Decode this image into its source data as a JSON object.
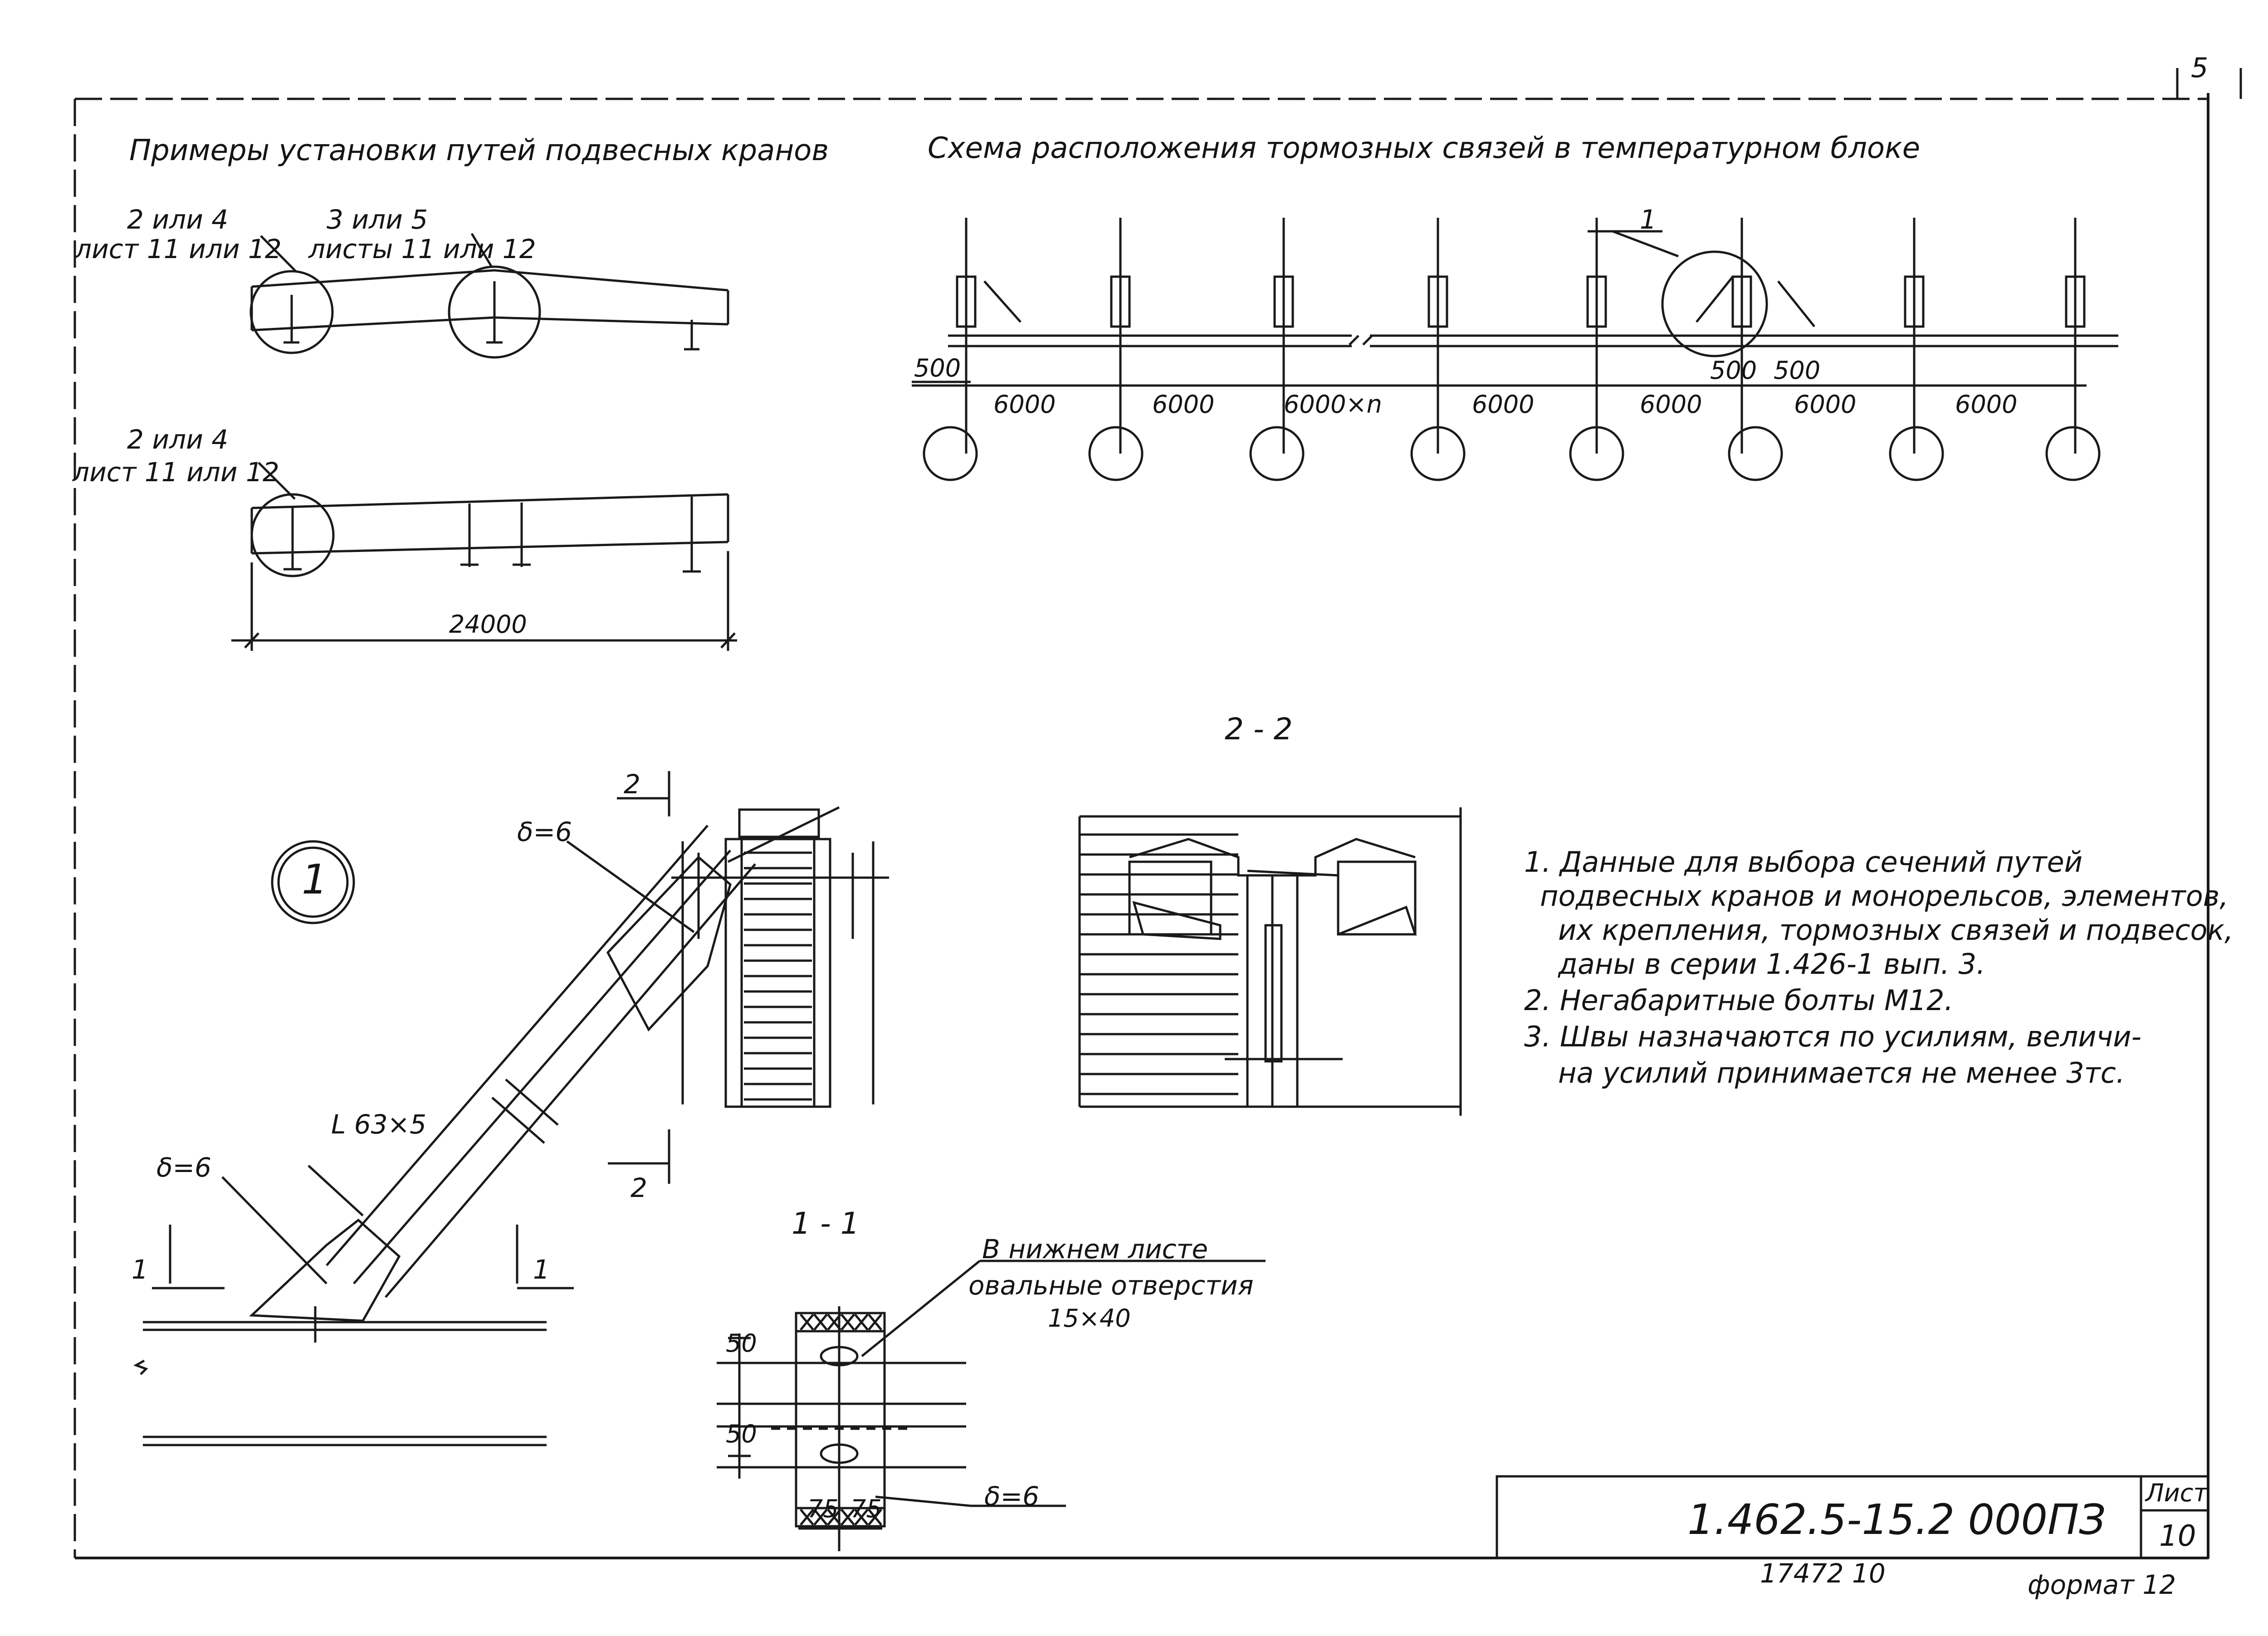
{
  "sheet_number_corner": "5",
  "left_top_title": "Примеры установки путей подвесных кранов",
  "right_top_title": "Схема расположения тормозных связей в температурном блоке",
  "beam_callouts": {
    "top_left_line1": "2 или 4",
    "top_left_line2": "лист 11 или 12",
    "top_mid_line1": "3 или 5",
    "top_mid_line2": "листы 11 или 12",
    "bottom_left_line1": "2 или 4",
    "bottom_left_line2": "лист 11 или 12"
  },
  "beam_span_dimension": "24000",
  "scheme": {
    "callout": "1",
    "left_offset": "500",
    "spacings": [
      "6000",
      "6000",
      "6000×n",
      "6000",
      "6000",
      "6000",
      "6000"
    ],
    "mid_offsets": [
      "500",
      "500"
    ]
  },
  "node_marker": "1",
  "node_labels": {
    "weld_upper": "δ=6",
    "weld_lower": "δ=6",
    "angle": "L 63×5",
    "cut_mark_top": "2",
    "cut_mark_bottom": "2",
    "cut_1_left": "1",
    "cut_1_right": "1"
  },
  "section_2_title": "2 - 2",
  "section_1_title": "1 - 1",
  "section_1_labels": {
    "hole_note_line1": "В нижнем листе",
    "hole_note_line2": "овальные отверстия",
    "hole_size": "15×40",
    "dim_top": "50",
    "dim_bottom": "50",
    "dim_left": "75",
    "dim_right": "75",
    "weld": "δ=6"
  },
  "notes": [
    "1. Данные для выбора сечений путей",
    "подвесных кранов и монорельсов, элементов,",
    "их крепления, тормозных связей и подвесок,",
    "даны в серии 1.426-1 вып. 3.",
    "2. Негабаритные болты М12.",
    "3. Швы назначаются по усилиям, величи-",
    "на усилий принимается не менее 3тс."
  ],
  "title_block": {
    "code": "1.462.5-15.2 000ПЗ",
    "sheet_label": "Лист",
    "sheet_number": "10"
  },
  "footer": {
    "inventory": "17472 10",
    "format": "формат 12"
  }
}
